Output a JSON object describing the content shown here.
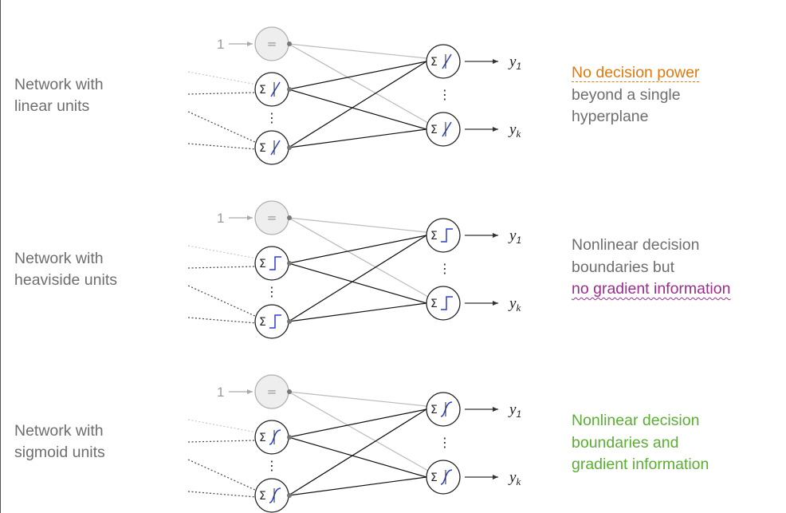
{
  "rows": [
    {
      "label_line1": "Network with",
      "label_line2": "linear units",
      "activation": "linear",
      "description": [
        "No decision power",
        "beyond a single",
        "hyperplane"
      ],
      "description_color": "#e07a10"
    },
    {
      "label_line1": "Network with",
      "label_line2": "heaviside units",
      "activation": "heaviside",
      "description": [
        "Nonlinear decision",
        "boundaries but",
        "no gradient information"
      ],
      "description_color": "#9b2d8c"
    },
    {
      "label_line1": "Network with",
      "label_line2": "sigmoid units",
      "activation": "sigmoid",
      "description": [
        "Nonlinear decision",
        "boundaries and",
        "gradient information"
      ],
      "description_color": "#5aae32"
    }
  ],
  "bias_input": "1",
  "bias_symbol": "=",
  "sum_symbol": "Σ",
  "outputs": {
    "y": "y",
    "sub1": "1",
    "subk": "k"
  },
  "vdots": "⋮",
  "colors": {
    "activation_curve": "#2a3fd0",
    "highlight_orange": "#e07a10",
    "highlight_purple": "#9b2d8c",
    "highlight_green": "#5aae32"
  }
}
